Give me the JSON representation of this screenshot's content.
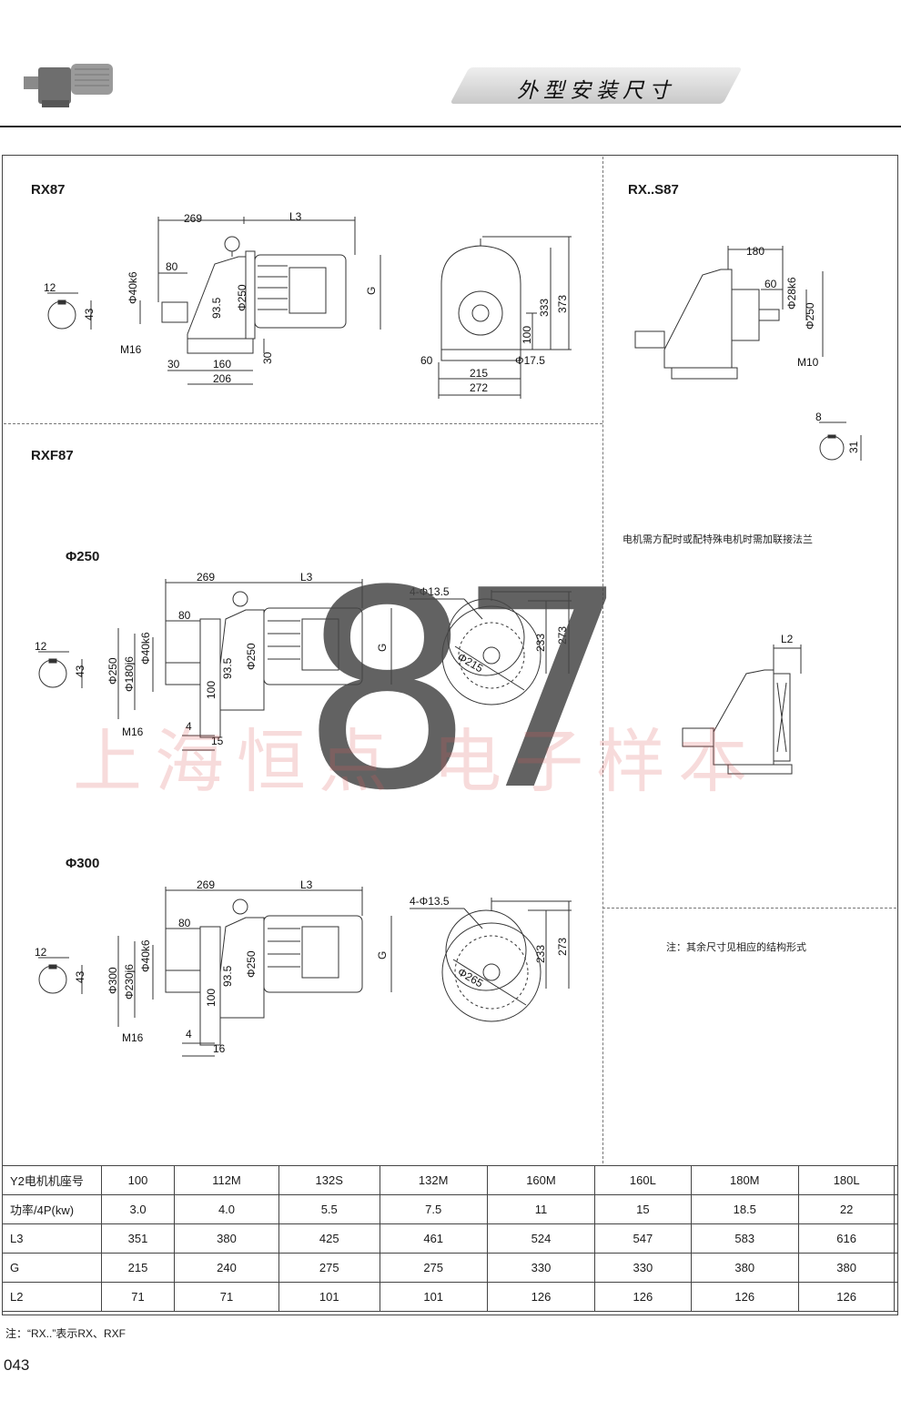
{
  "header": {
    "title": "外型安装尺寸"
  },
  "sections": {
    "rx": "RX87",
    "rxs": "RX..S87",
    "rxf": "RXF87",
    "flange250": "Φ250",
    "flange300": "Φ300"
  },
  "notes": {
    "motor_flange": "电机需方配时或配特殊电机时需加联接法兰",
    "remaining": "注：其余尺寸见相应的结构形式"
  },
  "watermark": {
    "number": "87",
    "text": "上海恒点 电子样本"
  },
  "dims_rx": {
    "d269": "269",
    "dL3": "L3",
    "d80": "80",
    "dphi40": "Φ40k6",
    "d93": "93.5",
    "dphi250": "Φ250",
    "dG": "G",
    "d30a": "30",
    "d160": "160",
    "d206": "206",
    "d30b": "30",
    "dM16": "M16",
    "d12": "12",
    "d43": "43",
    "d333": "333",
    "d373": "373",
    "d100": "100",
    "d60": "60",
    "d215": "215",
    "d272": "272",
    "dphi175": "Φ17.5"
  },
  "dims_rxs": {
    "d180": "180",
    "d60": "60",
    "dphi28": "Φ28k6",
    "dphi250": "Φ250",
    "dM10": "M10",
    "d8": "8",
    "d31": "31",
    "dL2": "L2"
  },
  "dims_f250": {
    "d269": "269",
    "dL3": "L3",
    "d80": "80",
    "dphi40": "Φ40k6",
    "dphi250v": "Φ250",
    "dphi180": "Φ180j6",
    "d93": "93.5",
    "dphi250": "Φ250",
    "dG": "G",
    "d100": "100",
    "dM16": "M16",
    "d4": "4",
    "d15": "15",
    "d12": "12",
    "d43": "43",
    "dholes": "4-Φ13.5",
    "d233": "233",
    "d273": "273",
    "dphi215": "Φ215"
  },
  "dims_f300": {
    "d269": "269",
    "dL3": "L3",
    "d80": "80",
    "dphi40": "Φ40k6",
    "dphi300": "Φ300",
    "dphi230": "Φ230j6",
    "d93": "93.5",
    "dphi250": "Φ250",
    "dG": "G",
    "d100": "100",
    "dM16": "M16",
    "d4": "4",
    "d16": "16",
    "d12": "12",
    "d43": "43",
    "dholes": "4-Φ13.5",
    "d233": "233",
    "d273": "273",
    "dphi265": "Φ265"
  },
  "table": {
    "rows": [
      {
        "header": "Y2电机机座号",
        "cells": [
          "100",
          "112M",
          "132S",
          "132M",
          "160M",
          "160L",
          "180M",
          "180L",
          ""
        ]
      },
      {
        "header": "功率/4P(kw)",
        "cells": [
          "3.0",
          "4.0",
          "5.5",
          "7.5",
          "11",
          "15",
          "18.5",
          "22",
          ""
        ]
      },
      {
        "header": "L3",
        "cells": [
          "351",
          "380",
          "425",
          "461",
          "524",
          "547",
          "583",
          "616",
          ""
        ]
      },
      {
        "header": "G",
        "cells": [
          "215",
          "240",
          "275",
          "275",
          "330",
          "330",
          "380",
          "380",
          ""
        ]
      },
      {
        "header": "L2",
        "cells": [
          "71",
          "71",
          "101",
          "101",
          "126",
          "126",
          "126",
          "126",
          ""
        ]
      }
    ]
  },
  "footnote": "注：“RX..”表示RX、RXF",
  "page_number": "043"
}
